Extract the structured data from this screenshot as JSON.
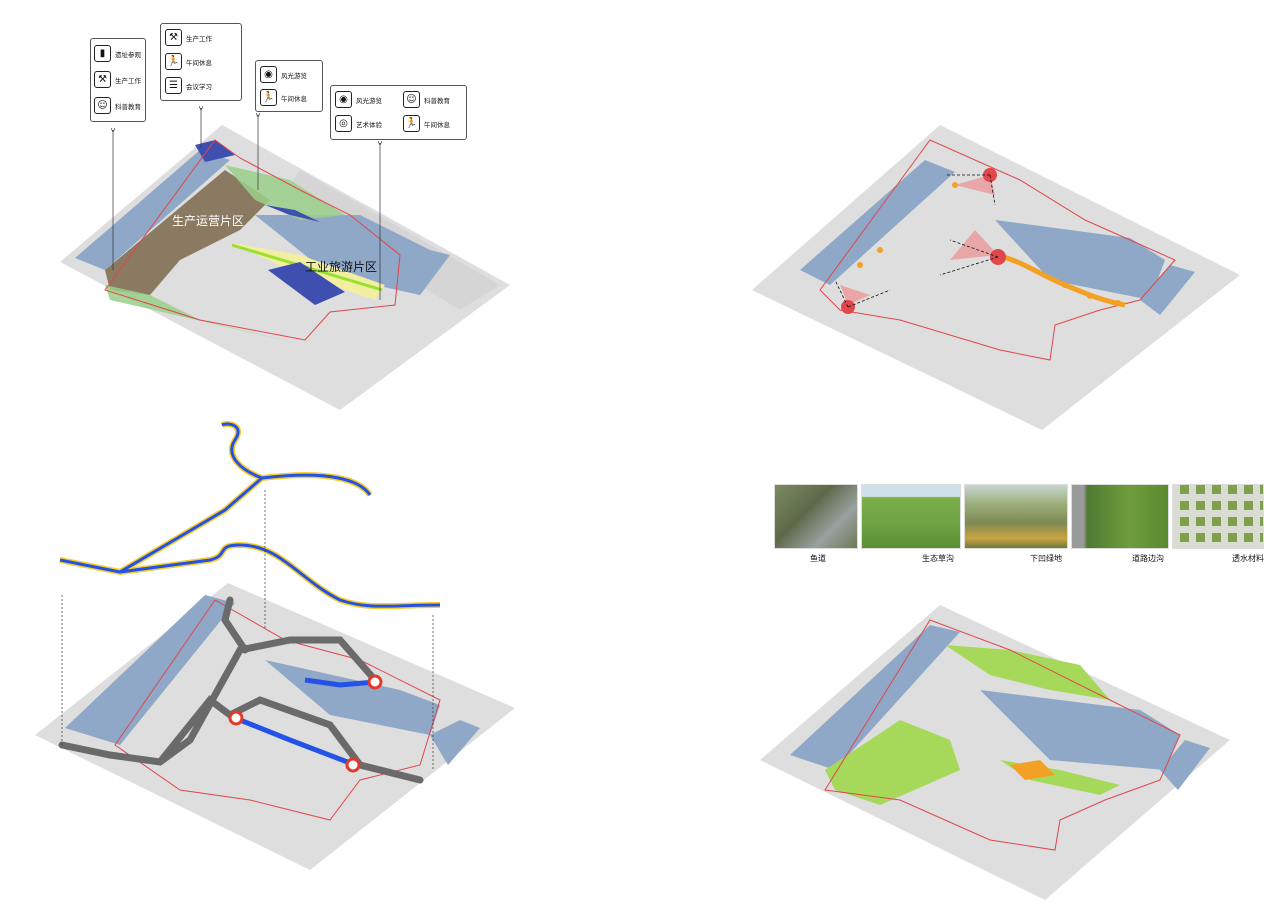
{
  "panel1": {
    "zone_production": "生产运营片区",
    "zone_tourism": "工业旅游片区",
    "callouts": [
      {
        "items": [
          {
            "icon": "monument-icon",
            "label": "遗址参观"
          },
          {
            "icon": "crane-icon",
            "label": "生产工作"
          },
          {
            "icon": "student-icon",
            "label": "科普教育"
          }
        ]
      },
      {
        "items": [
          {
            "icon": "crane-icon",
            "label": "生产工作"
          },
          {
            "icon": "running-icon",
            "label": "午间休息"
          },
          {
            "icon": "meeting-icon",
            "label": "会议学习"
          }
        ]
      },
      {
        "items": [
          {
            "icon": "camera-icon",
            "label": "风光游览"
          },
          {
            "icon": "running-icon",
            "label": "午间休息"
          }
        ]
      },
      {
        "items": [
          {
            "icon": "camera-icon",
            "label": "风光游览"
          },
          {
            "icon": "student-icon",
            "label": "科普教育"
          },
          {
            "icon": "palette-icon",
            "label": "艺术体验"
          },
          {
            "icon": "running-icon",
            "label": "午间休息"
          }
        ]
      }
    ]
  },
  "sponge_photos": [
    {
      "label": "鱼道",
      "color": "#5d6a4a"
    },
    {
      "label": "生态草沟",
      "color": "#6fa343"
    },
    {
      "label": "下凹绿地",
      "color": "#7d8a55"
    },
    {
      "label": "道路边沟",
      "color": "#4f7a32"
    },
    {
      "label": "透水材料",
      "color": "#b9c0b2"
    }
  ],
  "colors": {
    "water": "#8fa8c8",
    "ground": "#dcdcdc",
    "boundary": "#e0464b",
    "production_zone": "#8a7a62",
    "tourism_zone": "#f2f0a0",
    "blue_zone": "#3f4fb0",
    "green_zone": "#9ad08a",
    "route_grey": "#6a6a6a",
    "route_blue": "#2452e6",
    "route_yellow": "#f6cc2a",
    "lime": "#a6d85a",
    "orange": "#f2a124"
  }
}
